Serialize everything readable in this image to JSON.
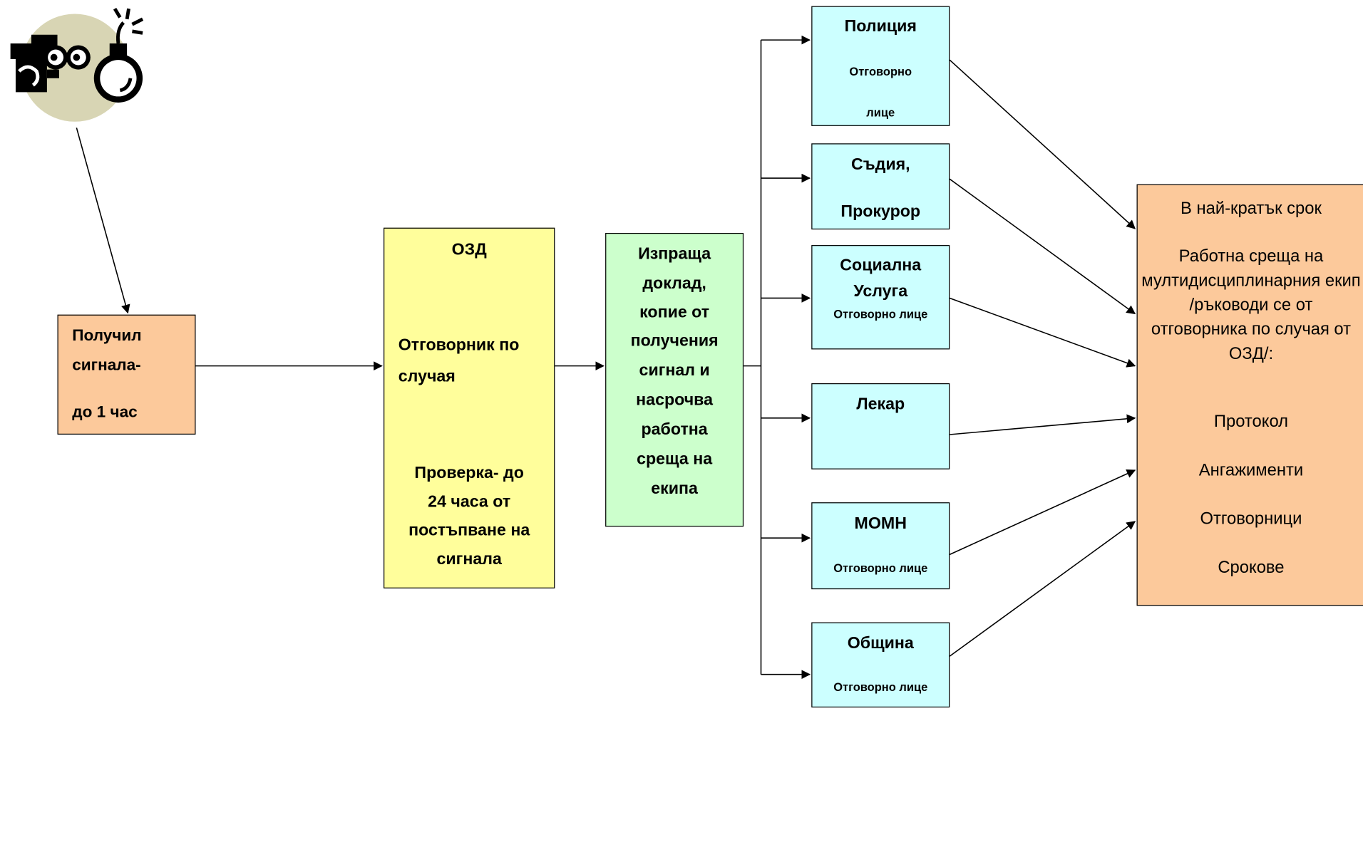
{
  "received_box": {
    "line1": "Получил",
    "line2": "сигнала-",
    "line3": "до 1 час"
  },
  "ozd_box": {
    "title": "ОЗД",
    "responsible": "Отговорник по",
    "responsible_2": "случая",
    "check_1": "Проверка- до",
    "check_2": "24 часа от",
    "check_3": "постъпване на",
    "check_4": "сигнала"
  },
  "sends_box": {
    "lines": [
      "Изпраща",
      "доклад,",
      "копие от",
      "получения",
      "сигнал и",
      "насрочва",
      "работна",
      "среща на",
      "екипа"
    ]
  },
  "institutions": {
    "police": {
      "title": "Полиция",
      "sub1": "Отговорно",
      "sub2": "лице"
    },
    "judge": {
      "title1": "Съдия,",
      "title2": "Прокурор"
    },
    "social": {
      "title1": "Социална",
      "title2": "Услуга",
      "sub": "Отговорно лице"
    },
    "doctor": {
      "title": "Лекар"
    },
    "momn": {
      "title": "МОМН",
      "sub": "Отговорно лице"
    },
    "municipality": {
      "title": "Община",
      "sub": "Отговорно лице"
    }
  },
  "meeting_box": {
    "line1": "В най-кратък срок",
    "line2": "Работна среща на мултидисциплинарния екип /ръководи се от отговорника по случая от ОЗД/:",
    "items": [
      "Протокол",
      "Ангажименти",
      "Отговорници",
      "Срокове"
    ]
  },
  "colors": {
    "orange": "#fcc99b",
    "yellow": "#fffe9b",
    "green": "#ccffcc",
    "cyan": "#ccffff",
    "clipart_circle": "#d8d5b4"
  },
  "icons": {
    "clipart": "two-faces-bomb-clipart-icon"
  }
}
